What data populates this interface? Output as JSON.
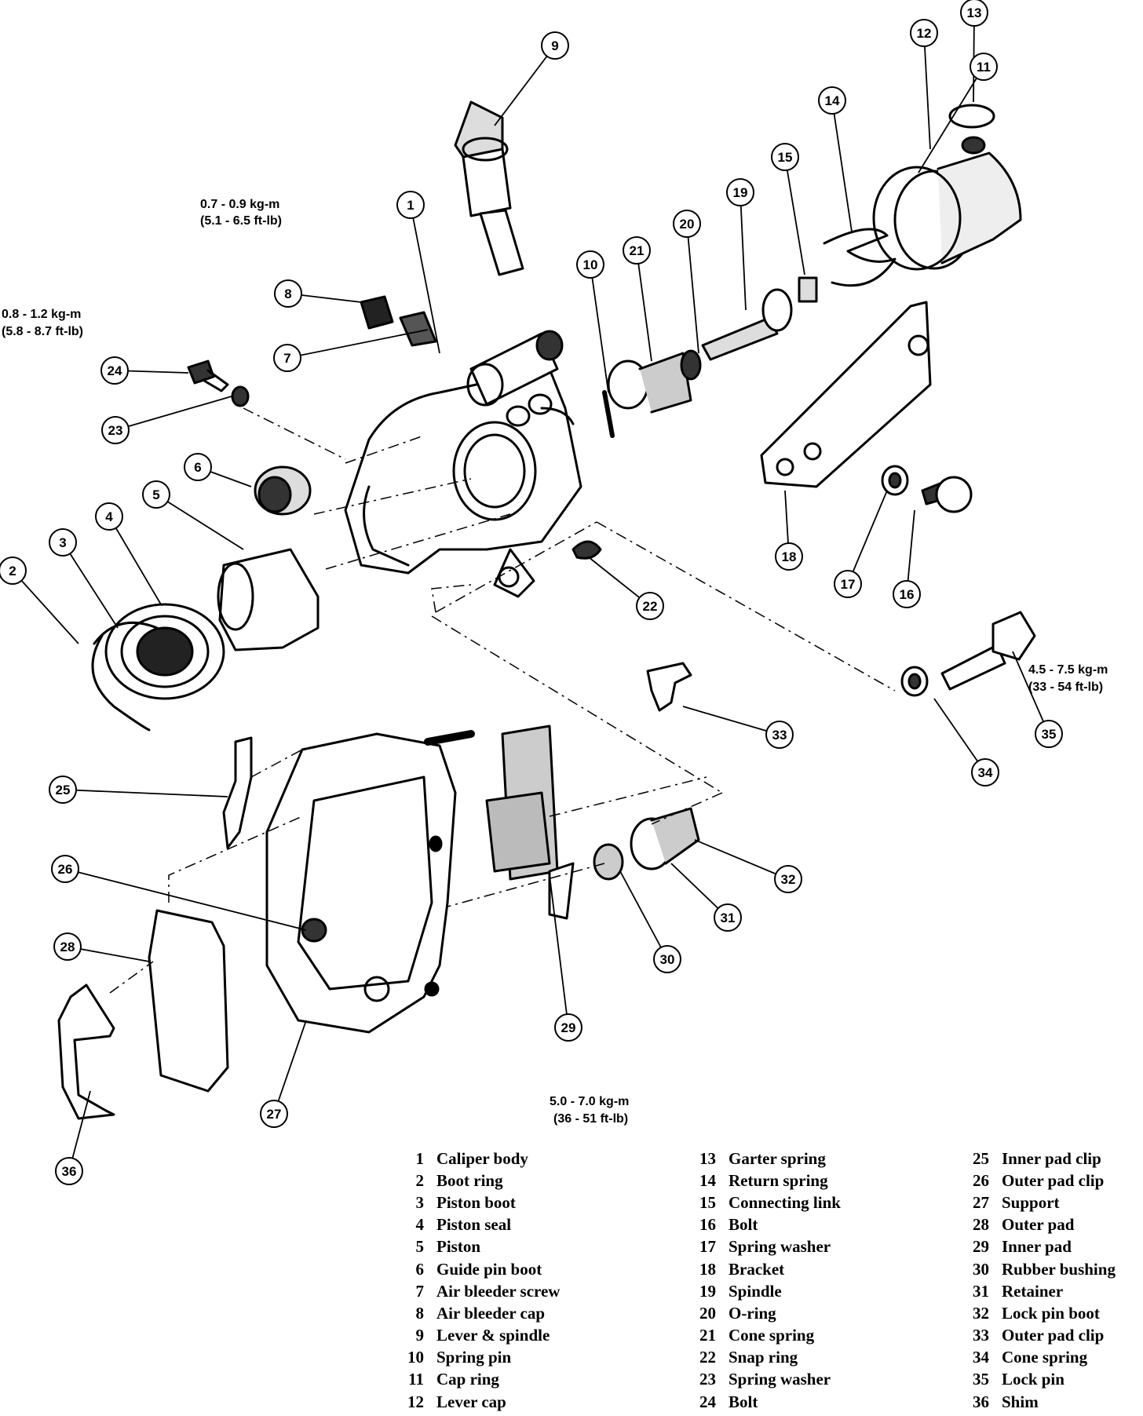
{
  "torque_specs": {
    "air_bleeder_screw": [
      "0.7 - 0.9 kg-m",
      "(5.1 - 6.5 ft-lb)"
    ],
    "bolt_24": [
      "0.8 - 1.2 kg-m",
      "(5.8 - 8.7 ft-lb)"
    ],
    "lock_pin": [
      "4.5 - 7.5 kg-m",
      "(33 - 54 ft-lb)"
    ],
    "support": [
      "5.0 - 7.0 kg-m",
      "(36 - 51 ft-lb)"
    ]
  },
  "callouts": [
    "1",
    "2",
    "3",
    "4",
    "5",
    "6",
    "7",
    "8",
    "9",
    "10",
    "11",
    "12",
    "13",
    "14",
    "15",
    "16",
    "17",
    "18",
    "19",
    "20",
    "21",
    "22",
    "23",
    "24",
    "25",
    "26",
    "27",
    "28",
    "29",
    "30",
    "31",
    "32",
    "33",
    "34",
    "35",
    "36"
  ],
  "legend": {
    "col1": [
      {
        "num": "1",
        "label": "Caliper body"
      },
      {
        "num": "2",
        "label": "Boot ring"
      },
      {
        "num": "3",
        "label": "Piston boot"
      },
      {
        "num": "4",
        "label": "Piston seal"
      },
      {
        "num": "5",
        "label": "Piston"
      },
      {
        "num": "6",
        "label": "Guide pin boot"
      },
      {
        "num": "7",
        "label": "Air bleeder screw"
      },
      {
        "num": "8",
        "label": "Air bleeder cap"
      },
      {
        "num": "9",
        "label": "Lever & spindle"
      },
      {
        "num": "10",
        "label": "Spring pin"
      },
      {
        "num": "11",
        "label": "Cap ring"
      },
      {
        "num": "12",
        "label": "Lever cap"
      }
    ],
    "col2": [
      {
        "num": "13",
        "label": "Garter spring"
      },
      {
        "num": "14",
        "label": "Return spring"
      },
      {
        "num": "15",
        "label": "Connecting link"
      },
      {
        "num": "16",
        "label": "Bolt"
      },
      {
        "num": "17",
        "label": "Spring washer"
      },
      {
        "num": "18",
        "label": "Bracket"
      },
      {
        "num": "19",
        "label": "Spindle"
      },
      {
        "num": "20",
        "label": "O-ring"
      },
      {
        "num": "21",
        "label": "Cone spring"
      },
      {
        "num": "22",
        "label": "Snap ring"
      },
      {
        "num": "23",
        "label": "Spring washer"
      },
      {
        "num": "24",
        "label": "Bolt"
      }
    ],
    "col3": [
      {
        "num": "25",
        "label": "Inner pad clip"
      },
      {
        "num": "26",
        "label": "Outer pad clip"
      },
      {
        "num": "27",
        "label": "Support"
      },
      {
        "num": "28",
        "label": "Outer pad"
      },
      {
        "num": "29",
        "label": "Inner pad"
      },
      {
        "num": "30",
        "label": "Rubber bushing"
      },
      {
        "num": "31",
        "label": "Retainer"
      },
      {
        "num": "32",
        "label": "Lock pin boot"
      },
      {
        "num": "33",
        "label": "Outer pad clip"
      },
      {
        "num": "34",
        "label": "Cone spring"
      },
      {
        "num": "35",
        "label": "Lock pin"
      },
      {
        "num": "36",
        "label": "Shim"
      }
    ]
  }
}
